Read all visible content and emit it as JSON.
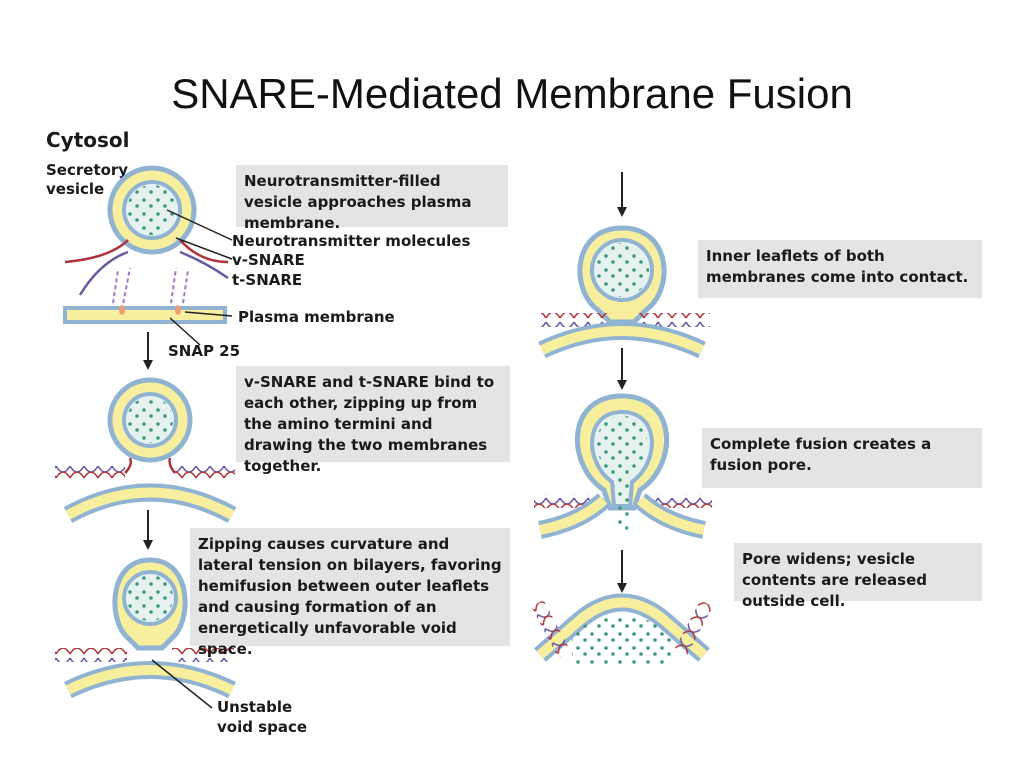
{
  "title": "SNARE-Mediated Membrane Fusion",
  "labels": {
    "cytosol": "Cytosol",
    "secretory_vesicle_1": "Secretory",
    "secretory_vesicle_2": "vesicle",
    "neurotransmitter_molecules": "Neurotransmitter molecules",
    "v_snare": "v-SNARE",
    "t_snare": "t-SNARE",
    "plasma_membrane": "Plasma membrane",
    "snap25": "SNAP 25",
    "unstable_1": "Unstable",
    "unstable_2": "void space"
  },
  "steps": [
    "Neurotransmitter-filled vesicle approaches plasma membrane.",
    "v-SNARE and t-SNARE bind to each other, zipping up from the amino termini and drawing the two membranes together.",
    "Zipping causes curvature and lateral tension on bilayers, favoring hemifusion between outer leaflets and causing formation of an energetically unfavorable void space.",
    "Inner leaflets of both membranes come into contact.",
    "Complete fusion creates a fusion pore.",
    "Pore widens; vesicle contents are released outside cell."
  ],
  "colors": {
    "membrane_outer": "#8fb3d1",
    "membrane_inner": "#f7ef9e",
    "vesicle_fill": "#e6f2ef",
    "dots": "#3a9a78",
    "v_snare": "#b0323a",
    "t_snare": "#6a5aa0",
    "snap25": "#e9a07a",
    "box_bg": "#e3e4e6"
  }
}
